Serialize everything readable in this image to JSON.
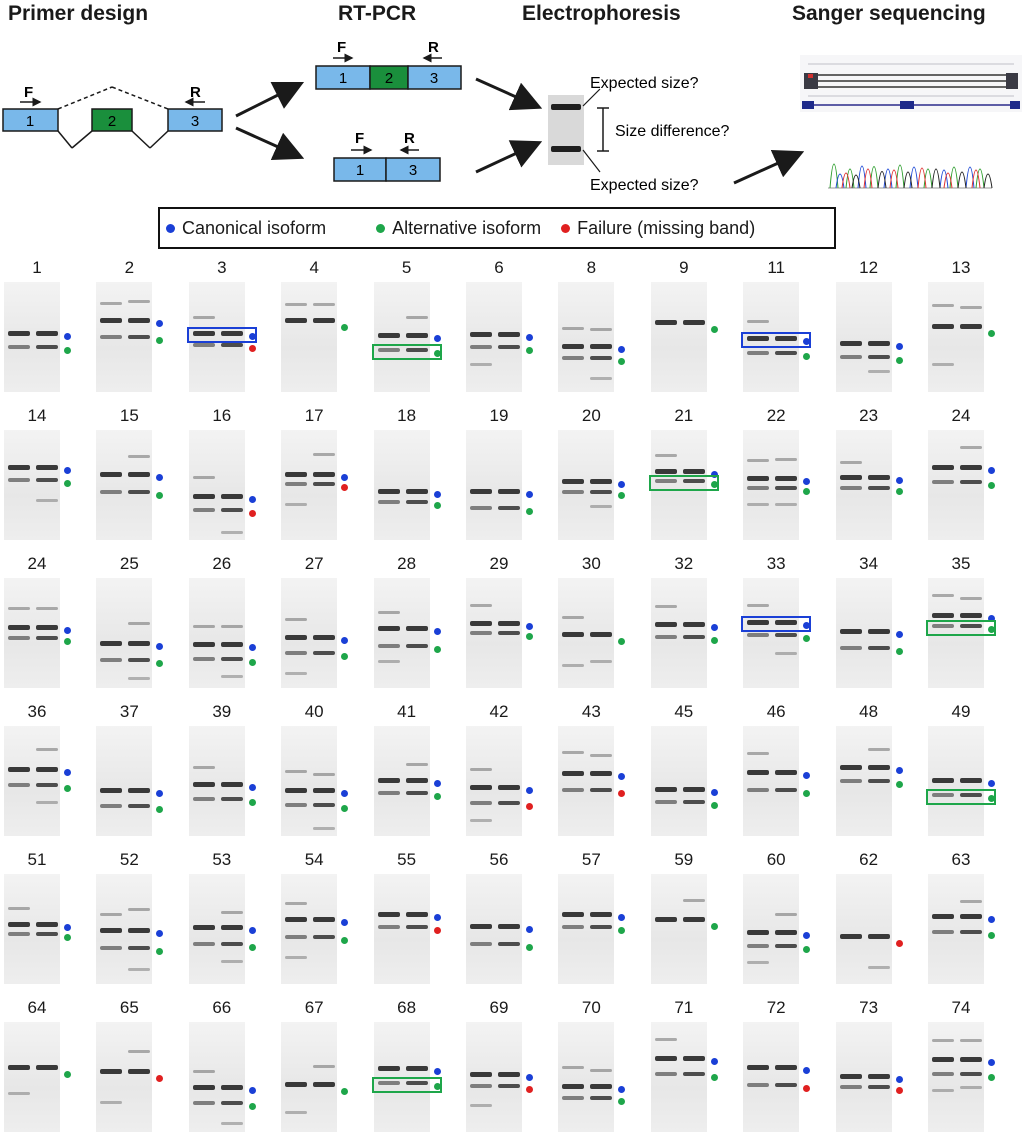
{
  "steps": {
    "primer_design": "Primer design",
    "rt_pcr": "RT-PCR",
    "electrophoresis": "Electrophoresis",
    "sanger": "Sanger sequencing"
  },
  "primers": {
    "forward": "F",
    "reverse": "R"
  },
  "exons": [
    "1",
    "2",
    "3"
  ],
  "electrophoresis_notes": {
    "expected_top": "Expected size?",
    "size_difference": "Size difference?",
    "expected_bottom": "Expected size?"
  },
  "colors": {
    "exon_blue": "#79b8ea",
    "exon_green": "#1a8f3c",
    "canonical": "#1a3fd6",
    "alternative": "#1ea64a",
    "failure": "#e02020"
  },
  "legend": {
    "canonical": "Canonical isoform",
    "alternative": "Alternative isoform",
    "failure": "Failure (missing band)"
  },
  "gels": [
    {
      "n": "1",
      "dots": [
        "canonical",
        "alternative"
      ]
    },
    {
      "n": "2",
      "dots": [
        "canonical",
        "alternative"
      ]
    },
    {
      "n": "3",
      "dots": [
        "canonical",
        "failure"
      ],
      "box": "canonical"
    },
    {
      "n": "4",
      "dots": [
        "alternative"
      ]
    },
    {
      "n": "5",
      "dots": [
        "canonical",
        "alternative"
      ],
      "box": "alternative"
    },
    {
      "n": "6",
      "dots": [
        "canonical",
        "alternative"
      ]
    },
    {
      "n": "8",
      "dots": [
        "canonical",
        "alternative"
      ]
    },
    {
      "n": "9",
      "dots": [
        "alternative"
      ]
    },
    {
      "n": "11",
      "dots": [
        "canonical",
        "alternative"
      ],
      "box": "canonical"
    },
    {
      "n": "12",
      "dots": [
        "canonical",
        "alternative"
      ]
    },
    {
      "n": "13",
      "dots": [
        "alternative"
      ]
    },
    {
      "n": "14",
      "dots": [
        "canonical",
        "alternative"
      ]
    },
    {
      "n": "15",
      "dots": [
        "canonical",
        "alternative"
      ]
    },
    {
      "n": "16",
      "dots": [
        "canonical",
        "failure"
      ]
    },
    {
      "n": "17",
      "dots": [
        "canonical",
        "failure"
      ]
    },
    {
      "n": "18",
      "dots": [
        "canonical",
        "alternative"
      ]
    },
    {
      "n": "19",
      "dots": [
        "canonical",
        "alternative"
      ]
    },
    {
      "n": "20",
      "dots": [
        "canonical",
        "alternative"
      ]
    },
    {
      "n": "21",
      "dots": [
        "canonical",
        "alternative"
      ],
      "box": "alternative"
    },
    {
      "n": "22",
      "dots": [
        "canonical",
        "alternative"
      ]
    },
    {
      "n": "23",
      "dots": [
        "canonical",
        "alternative"
      ]
    },
    {
      "n": "24",
      "dots": [
        "canonical",
        "alternative"
      ]
    },
    {
      "n": "24",
      "dots": [
        "canonical",
        "alternative"
      ]
    },
    {
      "n": "25",
      "dots": [
        "canonical",
        "alternative"
      ]
    },
    {
      "n": "26",
      "dots": [
        "canonical",
        "alternative"
      ]
    },
    {
      "n": "27",
      "dots": [
        "canonical",
        "alternative"
      ]
    },
    {
      "n": "28",
      "dots": [
        "canonical",
        "alternative"
      ]
    },
    {
      "n": "29",
      "dots": [
        "canonical",
        "alternative"
      ]
    },
    {
      "n": "30",
      "dots": [
        "alternative"
      ]
    },
    {
      "n": "32",
      "dots": [
        "canonical",
        "alternative"
      ]
    },
    {
      "n": "33",
      "dots": [
        "canonical",
        "alternative"
      ],
      "box": "canonical"
    },
    {
      "n": "34",
      "dots": [
        "canonical",
        "alternative"
      ]
    },
    {
      "n": "35",
      "dots": [
        "canonical",
        "alternative"
      ],
      "box": "alternative"
    },
    {
      "n": "36",
      "dots": [
        "canonical",
        "alternative"
      ]
    },
    {
      "n": "37",
      "dots": [
        "canonical",
        "alternative"
      ]
    },
    {
      "n": "39",
      "dots": [
        "canonical",
        "alternative"
      ]
    },
    {
      "n": "40",
      "dots": [
        "canonical",
        "alternative"
      ]
    },
    {
      "n": "41",
      "dots": [
        "canonical",
        "alternative"
      ]
    },
    {
      "n": "42",
      "dots": [
        "canonical",
        "failure"
      ]
    },
    {
      "n": "43",
      "dots": [
        "canonical",
        "failure"
      ]
    },
    {
      "n": "45",
      "dots": [
        "canonical",
        "alternative"
      ]
    },
    {
      "n": "46",
      "dots": [
        "canonical",
        "alternative"
      ]
    },
    {
      "n": "48",
      "dots": [
        "canonical",
        "alternative"
      ]
    },
    {
      "n": "49",
      "dots": [
        "canonical",
        "alternative"
      ],
      "box": "alternative"
    },
    {
      "n": "51",
      "dots": [
        "canonical",
        "alternative"
      ]
    },
    {
      "n": "52",
      "dots": [
        "canonical",
        "alternative"
      ]
    },
    {
      "n": "53",
      "dots": [
        "canonical",
        "alternative"
      ]
    },
    {
      "n": "54",
      "dots": [
        "canonical",
        "alternative"
      ]
    },
    {
      "n": "55",
      "dots": [
        "canonical",
        "failure"
      ]
    },
    {
      "n": "56",
      "dots": [
        "canonical",
        "alternative"
      ]
    },
    {
      "n": "57",
      "dots": [
        "canonical",
        "alternative"
      ]
    },
    {
      "n": "59",
      "dots": [
        "alternative"
      ]
    },
    {
      "n": "60",
      "dots": [
        "canonical",
        "alternative"
      ]
    },
    {
      "n": "62",
      "dots": [
        "failure"
      ]
    },
    {
      "n": "63",
      "dots": [
        "canonical",
        "alternative"
      ]
    },
    {
      "n": "64",
      "dots": [
        "alternative"
      ]
    },
    {
      "n": "65",
      "dots": [
        "failure"
      ]
    },
    {
      "n": "66",
      "dots": [
        "canonical",
        "alternative"
      ]
    },
    {
      "n": "67",
      "dots": [
        "alternative"
      ]
    },
    {
      "n": "68",
      "dots": [
        "canonical",
        "alternative"
      ],
      "box": "alternative"
    },
    {
      "n": "69",
      "dots": [
        "canonical",
        "failure"
      ]
    },
    {
      "n": "70",
      "dots": [
        "canonical",
        "alternative"
      ]
    },
    {
      "n": "71",
      "dots": [
        "canonical",
        "alternative"
      ]
    },
    {
      "n": "72",
      "dots": [
        "canonical",
        "failure"
      ]
    },
    {
      "n": "73",
      "dots": [
        "canonical",
        "failure"
      ]
    },
    {
      "n": "74",
      "dots": [
        "canonical",
        "alternative"
      ]
    }
  ]
}
